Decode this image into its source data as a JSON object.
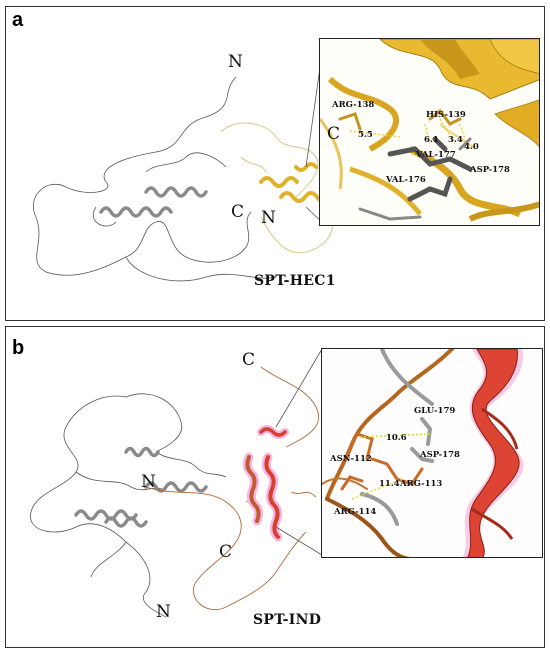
{
  "panel_a": {
    "letter": "a",
    "caption": "SPT-HEC1",
    "terminus_labels": [
      "N",
      "C",
      "N"
    ],
    "inset_terminus": "C",
    "residues": [
      "ARG-138",
      "HIS-139",
      "VAL-177",
      "ASP-178",
      "VAL-176"
    ],
    "distances": [
      "5.5",
      "6.1",
      "3.4",
      "4.0"
    ],
    "colors": {
      "helix": "#e0b12a",
      "coil": "#d9c06a",
      "stick_gray": "#5a5a5a",
      "bond": "#e6d23a"
    }
  },
  "panel_b": {
    "letter": "b",
    "caption": "SPT-IND",
    "terminus_labels": [
      "C",
      "N",
      "C",
      "N"
    ],
    "residues": [
      "GLU-179",
      "ASN-112",
      "ASP-178",
      "ARG-113",
      "ARG-114"
    ],
    "distances": [
      "10.6",
      "11.4"
    ],
    "colors": {
      "helix": "#d8402c",
      "coil": "#a75a2a",
      "glow": "#f6b6e6",
      "stick_orange": "#c86a28",
      "bond": "#d4dd2a"
    }
  }
}
